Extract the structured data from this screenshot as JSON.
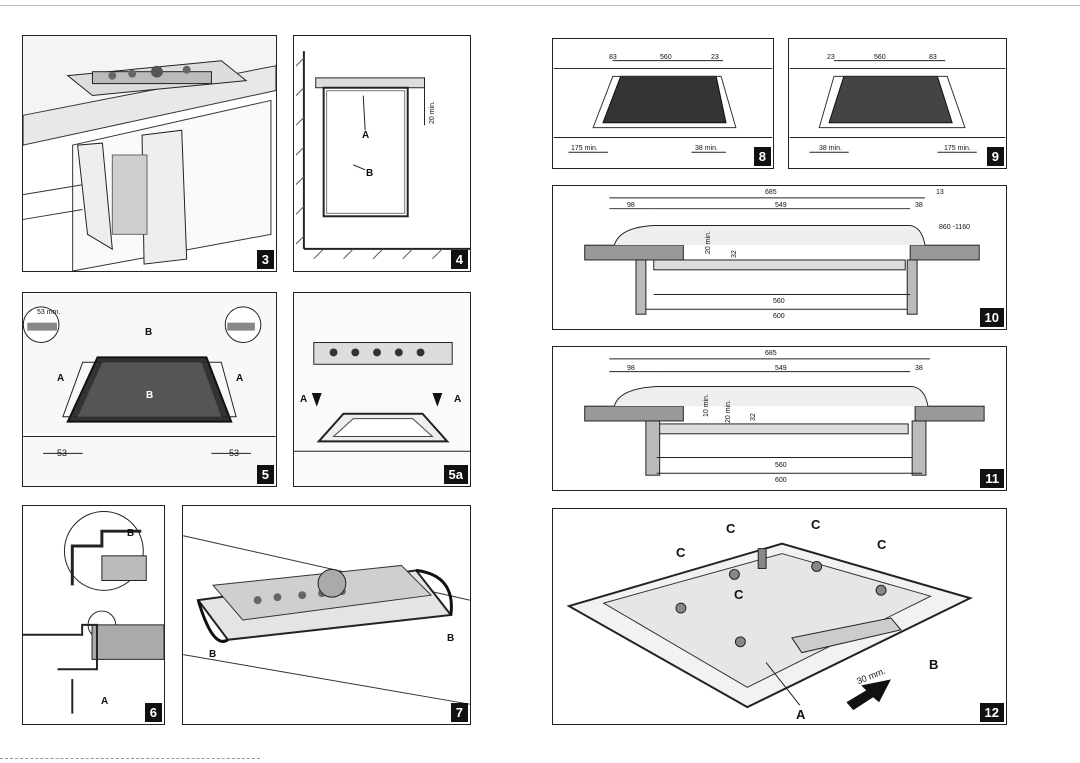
{
  "figures": {
    "f3": {
      "num": "3"
    },
    "f4": {
      "num": "4",
      "label_a": "A",
      "label_b": "B",
      "dim_20": "20 min."
    },
    "f5": {
      "num": "5",
      "dim_53top": "53 mm.",
      "label_b_top": "B",
      "label_b_center": "B",
      "label_a_left": "A",
      "label_a_right": "A",
      "dim_53_left": "53",
      "dim_53_right": "53"
    },
    "f5a": {
      "num": "5a",
      "label_a_left": "A",
      "label_a_right": "A"
    },
    "f6": {
      "num": "6",
      "label_b": "B",
      "label_a": "A"
    },
    "f7": {
      "num": "7",
      "label_b_left": "B",
      "label_b_right": "B"
    },
    "f8": {
      "num": "8",
      "d83": "83",
      "d560": "560",
      "d23": "23",
      "d175": "175 min.",
      "d38": "38 min."
    },
    "f9": {
      "num": "9",
      "d23": "23",
      "d560": "560",
      "d83": "83",
      "d38": "38 min.",
      "d175": "175 min."
    },
    "f10": {
      "num": "10",
      "d685": "685",
      "d13": "13",
      "d98": "98",
      "d549": "549",
      "d38": "38",
      "d860": "860 -1160",
      "d20": "20 min.",
      "d32": "32",
      "d560": "560",
      "d600": "600"
    },
    "f11": {
      "num": "11",
      "d685": "685",
      "d98": "98",
      "d549": "549",
      "d38": "38",
      "d10": "10 min.",
      "d20": "20 min.",
      "d32": "32",
      "d560": "560",
      "d600": "600"
    },
    "f12": {
      "num": "12",
      "c1": "C",
      "c2": "C",
      "c3": "C",
      "c4": "C",
      "c5": "C",
      "label_b": "B",
      "label_a": "A",
      "d30": "30 mm."
    }
  }
}
